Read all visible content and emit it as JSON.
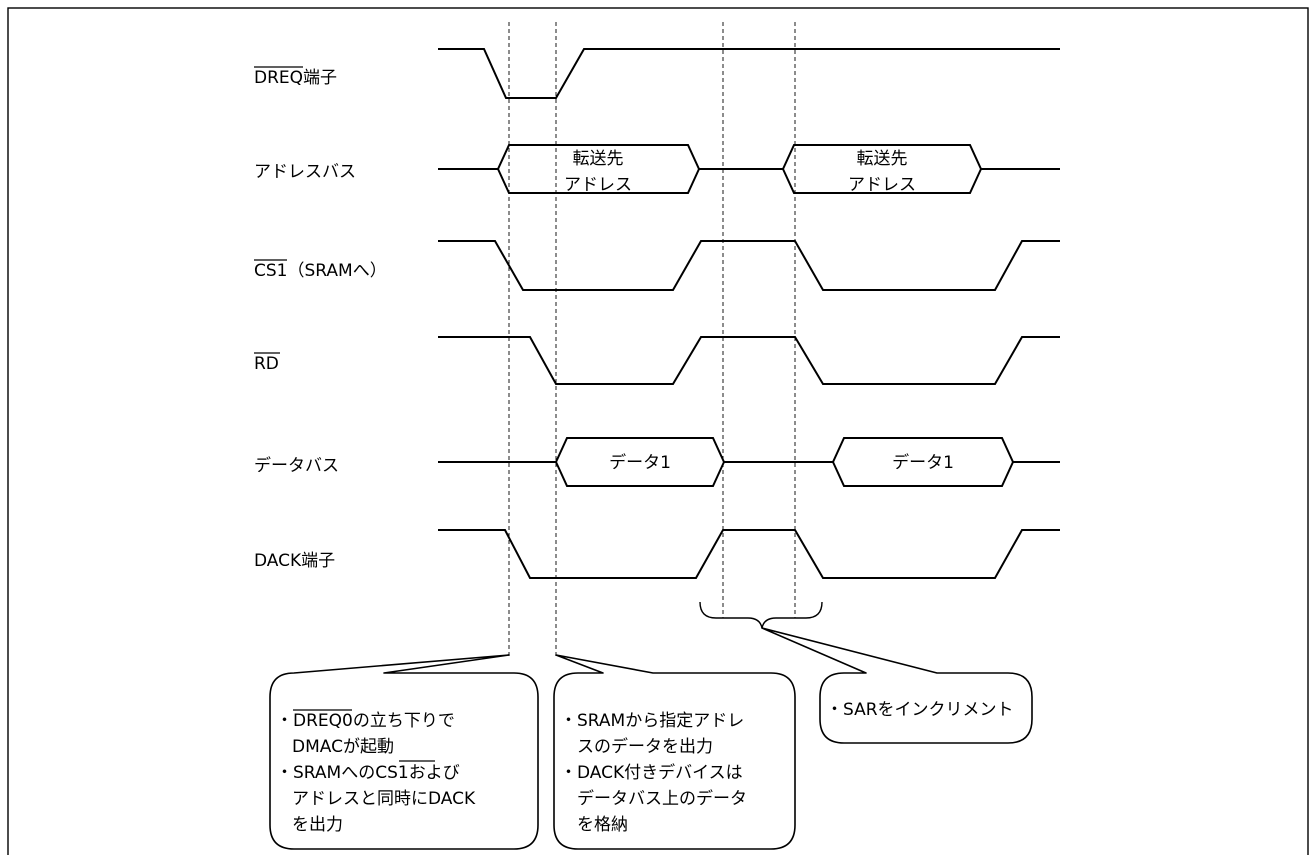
{
  "signals": {
    "dreq": {
      "name": "DREQ",
      "suffix": "端子"
    },
    "address_bus": {
      "label": "アドレスバス"
    },
    "cs1": {
      "name": "CS1",
      "suffix": "（SRAMへ）"
    },
    "rd": {
      "name": "RD"
    },
    "data_bus": {
      "label": "データバス"
    },
    "dack": {
      "label": "DACK端子"
    }
  },
  "bus_values": {
    "address_1": {
      "line1": "転送先",
      "line2": "アドレス"
    },
    "address_2": {
      "line1": "転送先",
      "line2": "アドレス"
    },
    "data_1": "データ1",
    "data_2": "データ1"
  },
  "callouts": {
    "start": {
      "l1_bullet": "・",
      "l1_name": "DREQ0",
      "l1_rest": "の立ち下りで",
      "l2": "DMACが起動",
      "l3_pre": "・SRAMへの",
      "l3_name": "CS1",
      "l3_post": "および",
      "l4": "アドレスと同時にDACK",
      "l5": "を出力"
    },
    "read": {
      "l1": "・SRAMから指定アドレ",
      "l2": "スのデータを出力",
      "l3": "・DACK付きデバイスは",
      "l4": "データバス上のデータ",
      "l5": "を格納"
    },
    "increment": {
      "l1": "・SARをインクリメント"
    }
  }
}
